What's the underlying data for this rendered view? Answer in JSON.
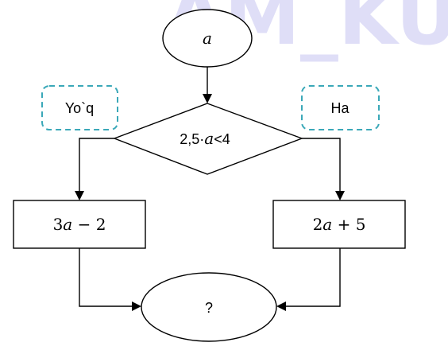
{
  "watermark": "AM_KU",
  "start": {
    "variable": "a"
  },
  "decision": {
    "coefficient": "2,5·",
    "variable": "a",
    "relation": "<4"
  },
  "branch_no": {
    "label": "Yo`q",
    "expression": {
      "left": "3",
      "variable": "a",
      "right": " − 2"
    }
  },
  "branch_yes": {
    "label": "Ha",
    "expression": {
      "left": "2",
      "variable": "a",
      "right": " + 5"
    }
  },
  "end": {
    "label": "?"
  },
  "colors": {
    "watermark": "#3f3ad0",
    "label_border": "#3aa8b8",
    "stroke": "#000000"
  }
}
